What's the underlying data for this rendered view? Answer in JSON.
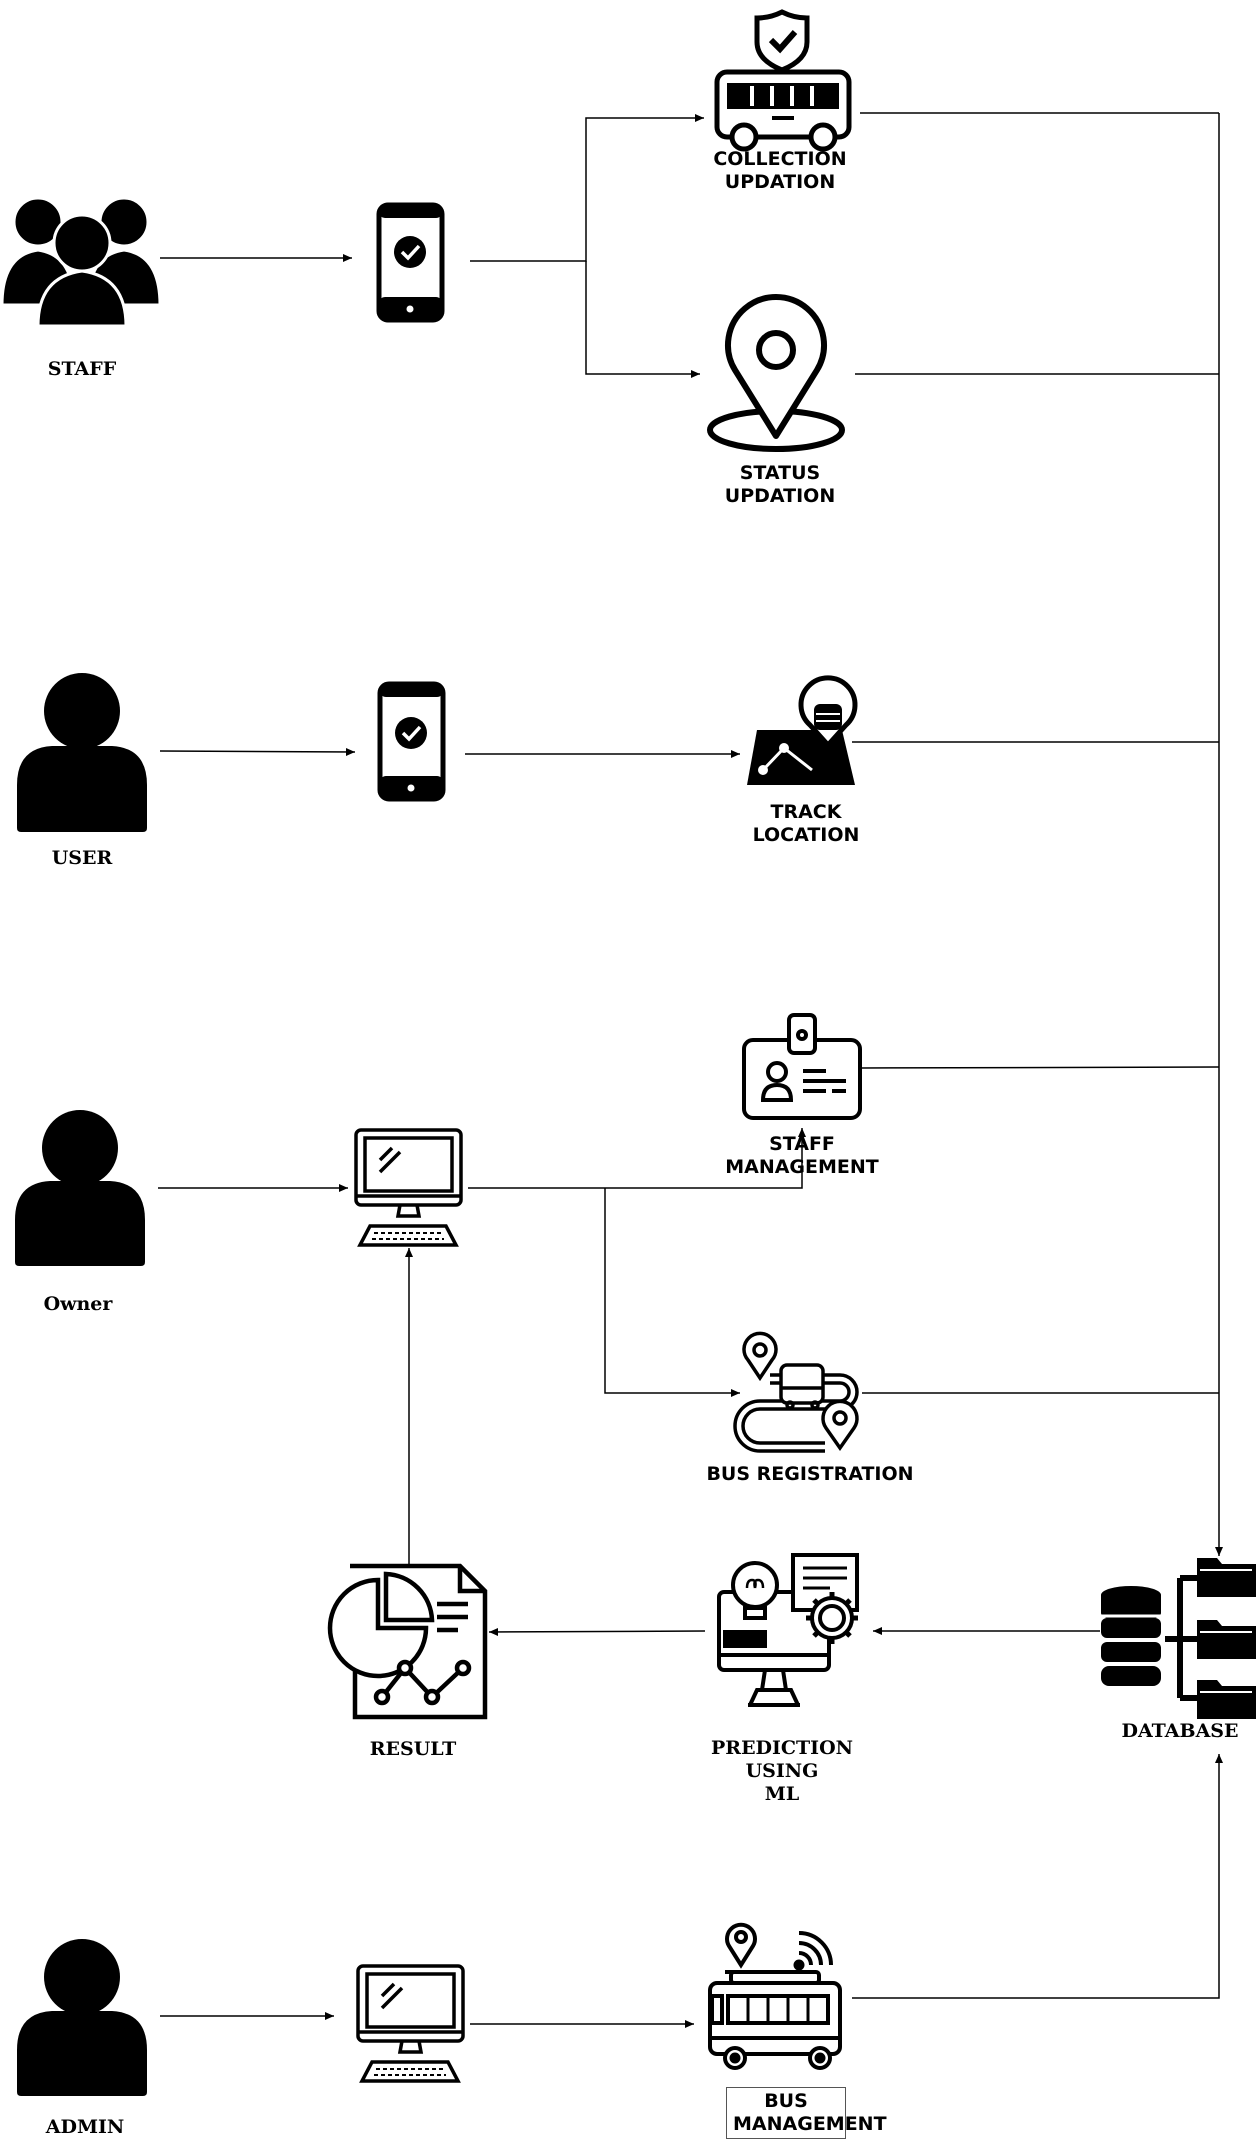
{
  "actors": {
    "staff": "STAFF",
    "user": "USER",
    "owner": "Owner",
    "admin": "ADMIN"
  },
  "nodes": {
    "collection_updation": [
      "COLLECTION",
      "UPDATION"
    ],
    "status_updation": [
      "STATUS",
      "UPDATION"
    ],
    "track_location": [
      "TRACK",
      "LOCATION"
    ],
    "staff_management": [
      "STAFF",
      "MANAGEMENT"
    ],
    "bus_registration": "BUS REGISTRATION",
    "prediction_using_ml": [
      "PREDICTION",
      "USING",
      "ML"
    ],
    "result": "RESULT",
    "database": "DATABASE",
    "bus_management": [
      "BUS",
      "MANAGEMENT"
    ]
  },
  "icons": {
    "actor": "person-silhouette-icon",
    "group": "people-group-icon",
    "mobile": "smartphone-check-icon",
    "desktop": "desktop-computer-icon",
    "bus_shield": "bus-shield-check-icon",
    "location_pin": "location-pin-icon",
    "map_bus": "map-bus-tracking-icon",
    "id_badge": "id-badge-icon",
    "bus_route": "bus-route-icon",
    "ml_monitor": "ml-monitor-icon",
    "report": "report-chart-icon",
    "database": "database-icon",
    "bus_signal": "bus-gps-signal-icon"
  },
  "colors": {
    "ink": "#000000",
    "background": "#ffffff"
  }
}
